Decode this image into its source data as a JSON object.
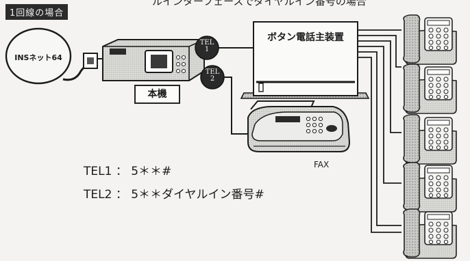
{
  "header": {
    "tag": "1回線の場合",
    "top_text": "ルインターフェースでダイヤルイン番号の場合"
  },
  "network": {
    "label": "INSネット64"
  },
  "device": {
    "label": "本機",
    "ports": [
      {
        "line1": "TEL",
        "line2": "1"
      },
      {
        "line1": "TEL",
        "line2": "2"
      }
    ]
  },
  "pbx": {
    "title": "ボタン電話主装置"
  },
  "fax": {
    "label": "FAX"
  },
  "settings": [
    {
      "port": "TEL1",
      "sep": "：",
      "code": "5＊＊#"
    },
    {
      "port": "TEL2",
      "sep": "：",
      "code": "5＊＊ダイヤルイン番号#"
    }
  ],
  "phones": {
    "count": 5
  },
  "colors": {
    "ink": "#1b1b1b",
    "paper": "#f4f3f1",
    "port_fill": "#2a2a2a"
  }
}
